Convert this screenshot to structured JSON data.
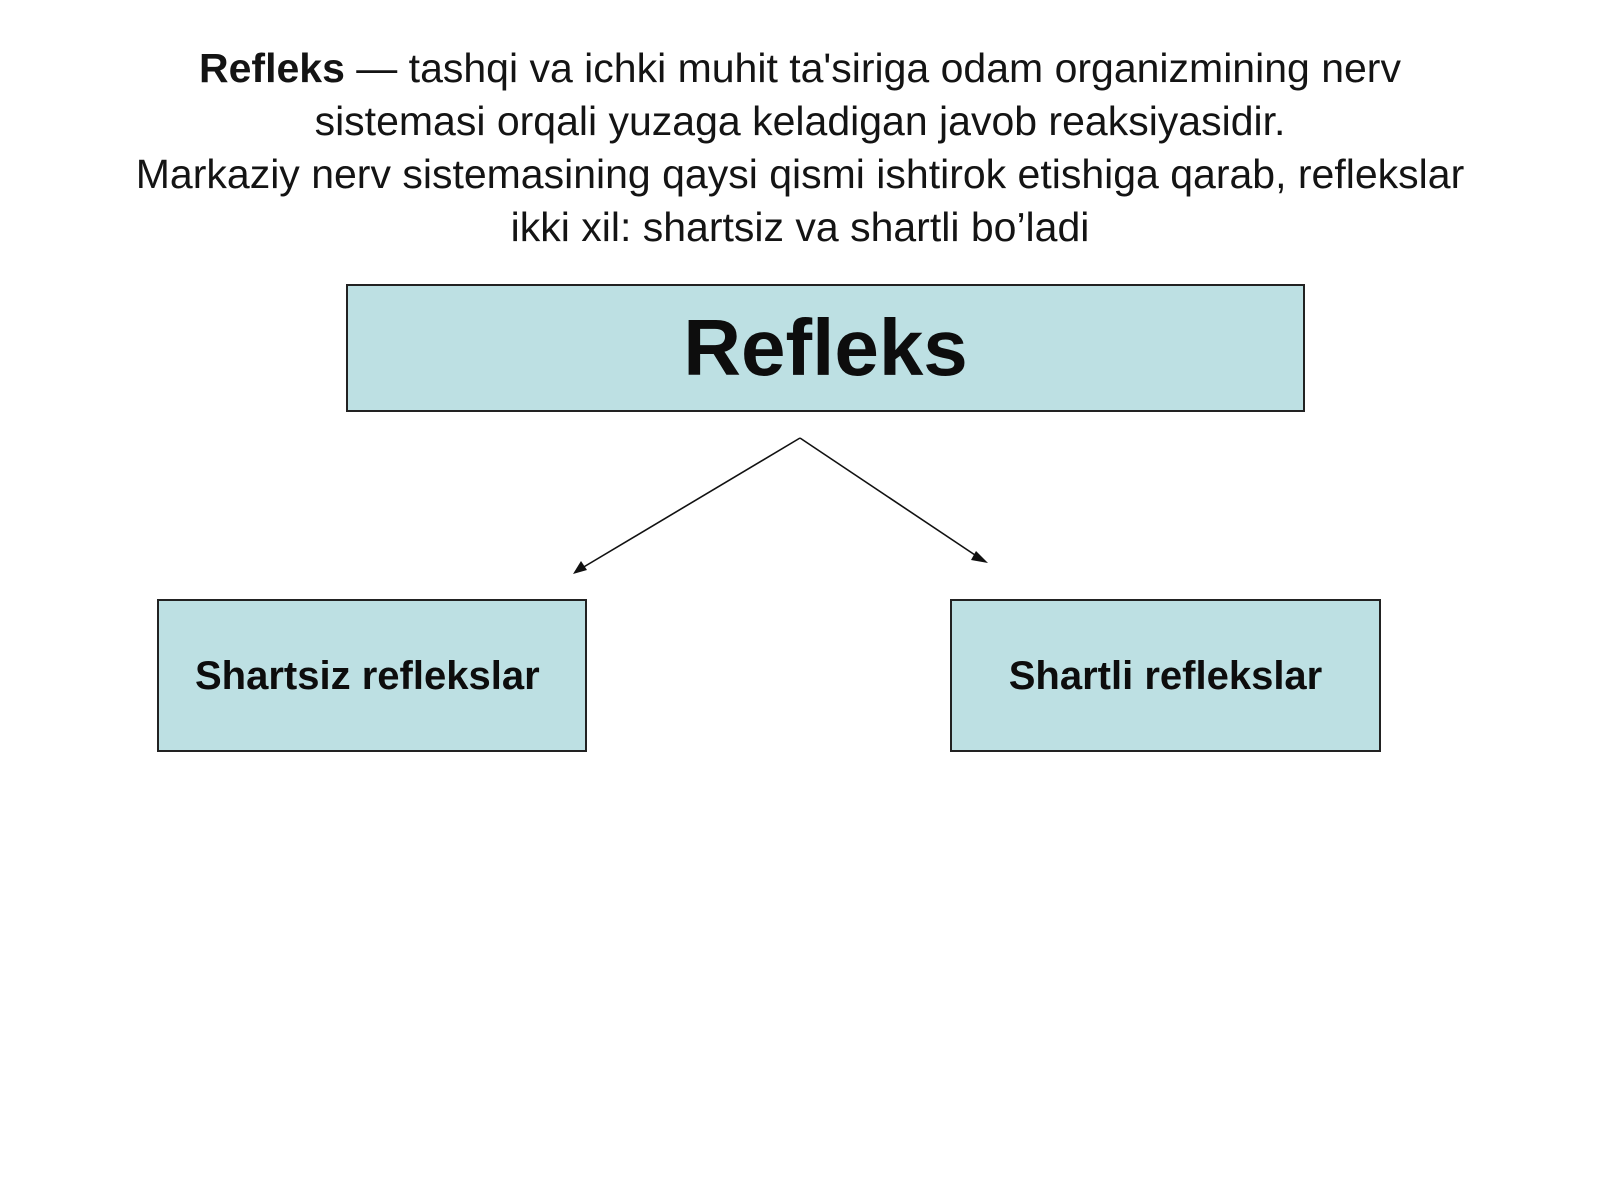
{
  "intro": {
    "term": "Refleks",
    "definition": " — tashqi va ichki muhit ta'siriga odam organizmining nerv sistemasi orqali yuzaga keladigan javob reaksiyasidir.",
    "classification": "Markaziy nerv sistemasining qaysi qismi ishtirok etishiga qarab, reflekslar ikki xil: shartsiz va shartli bo’ladi"
  },
  "diagram": {
    "root_label": "Refleks",
    "left_label": "Shartsiz reflekslar",
    "right_label": "Shartli reflekslar",
    "box_fill": "#bde0e3",
    "line_color": "#111111"
  }
}
